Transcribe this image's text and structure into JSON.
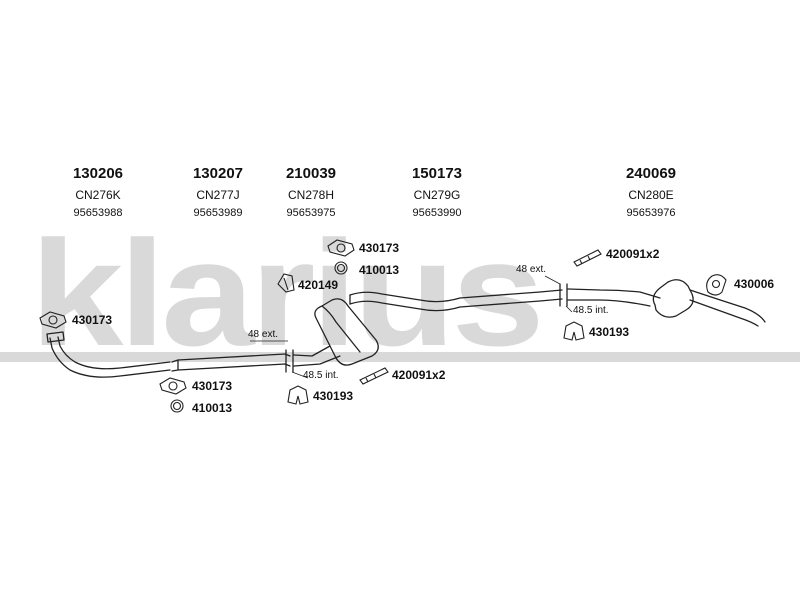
{
  "watermark": {
    "text": "klarius"
  },
  "columns": [
    {
      "number": "130206",
      "code": "CN276K",
      "oe": "95653988"
    },
    {
      "number": "130207",
      "code": "CN277J",
      "oe": "95653989"
    },
    {
      "number": "210039",
      "code": "CN278H",
      "oe": "95653975"
    },
    {
      "number": "150173",
      "code": "CN279G",
      "oe": "95653990"
    },
    {
      "number": "240069",
      "code": "CN280E",
      "oe": "95653976"
    }
  ],
  "parts": {
    "gasket_top": "430173",
    "ring_top": "410013",
    "mount_mid": "420149",
    "gasket_left": "430173",
    "gasket_bottom": "430173",
    "ring_bottom": "410013",
    "clamp_mid": "420091x2",
    "rubber_mid": "430193",
    "clamp_right": "420091x2",
    "rubber_right": "430193",
    "hanger_right": "430006"
  },
  "notes": {
    "ext_left": "48 ext.",
    "int_left": "48.5 int.",
    "ext_right": "48 ext.",
    "int_right": "48.5 int."
  },
  "colors": {
    "watermark": "#d9d9d9",
    "line": "#222222",
    "text": "#111111"
  }
}
